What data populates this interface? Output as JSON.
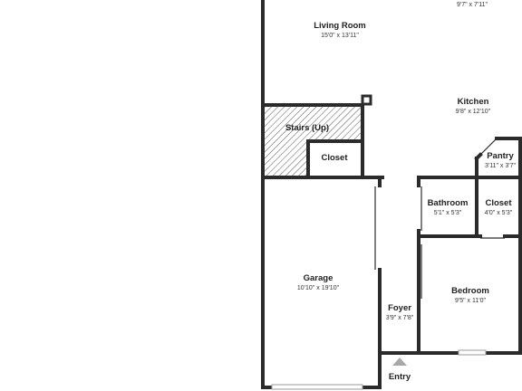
{
  "rooms": {
    "top_right_dim": "9'7\" x 7'11\"",
    "living_room": {
      "name": "Living Room",
      "dim": "15'0\" x 13'11\""
    },
    "kitchen": {
      "name": "Kitchen",
      "dim": "9'8\" x 12'10\""
    },
    "stairs": {
      "name": "Stairs (Up)"
    },
    "closet_1": {
      "name": "Closet"
    },
    "pantry": {
      "name": "Pantry",
      "dim": "3'11\" x 3'7\""
    },
    "bathroom": {
      "name": "Bathroom",
      "dim": "5'1\" x 5'3\""
    },
    "closet_2": {
      "name": "Closet",
      "dim": "4'0\" x 5'3\""
    },
    "garage": {
      "name": "Garage",
      "dim": "10'10\" x 19'10\""
    },
    "foyer": {
      "name": "Foyer",
      "dim": "3'9\" x 7'8\""
    },
    "bedroom": {
      "name": "Bedroom",
      "dim": "9'5\" x 11'0\""
    },
    "entry": {
      "name": "Entry"
    }
  },
  "colors": {
    "wall": "#2b2b2b",
    "background": "#ffffff",
    "hatch": "#555555"
  }
}
